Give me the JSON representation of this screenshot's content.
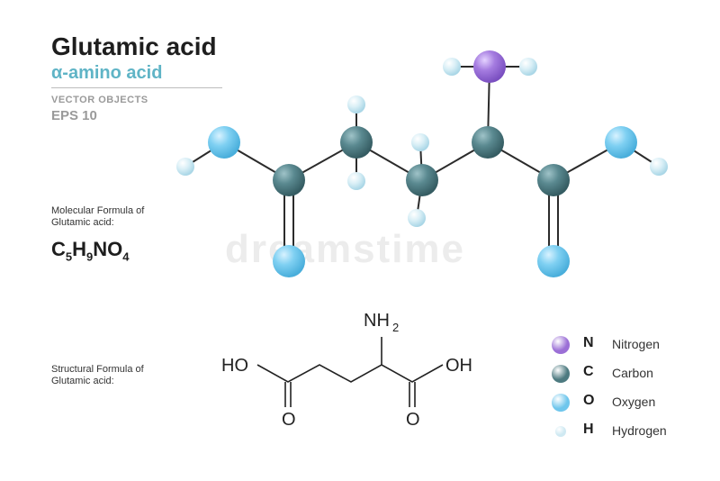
{
  "header": {
    "title": "Glutamic acid",
    "subtitle": "α-amino acid",
    "tag_line": "VECTOR OBJECTS",
    "tag_eps": "EPS 10"
  },
  "molecular": {
    "label": "Molecular Formula of Glutamic acid:",
    "formula": [
      {
        "t": "C"
      },
      {
        "t": "5",
        "sub": true
      },
      {
        "t": "H"
      },
      {
        "t": "9",
        "sub": true
      },
      {
        "t": "NO"
      },
      {
        "t": "4",
        "sub": true
      }
    ]
  },
  "structural": {
    "label": "Structural  Formula of Glutamic acid:",
    "left_group": "HO",
    "right_group": "OH",
    "amine": "NH",
    "amine_sub": "2",
    "left_oxygen": "O",
    "right_oxygen": "O"
  },
  "legend": [
    {
      "symbol": "N",
      "name": "Nitrogen",
      "color": "#9b6fd6",
      "size": 20
    },
    {
      "symbol": "C",
      "name": "Carbon",
      "color": "#4d7a80",
      "size": 20
    },
    {
      "symbol": "O",
      "name": "Oxygen",
      "color": "#6fc6ec",
      "size": 20
    },
    {
      "symbol": "H",
      "name": "Hydrogen",
      "color": "#cfe9f2",
      "size": 12
    }
  ],
  "watermark": "dreamstime",
  "colors": {
    "nitrogen": "#9b6fd6",
    "carbon": "#4d7a80",
    "oxygen": "#6fc6ec",
    "hydrogen": "#cfe9f2",
    "accent": "#5fb4c6"
  }
}
